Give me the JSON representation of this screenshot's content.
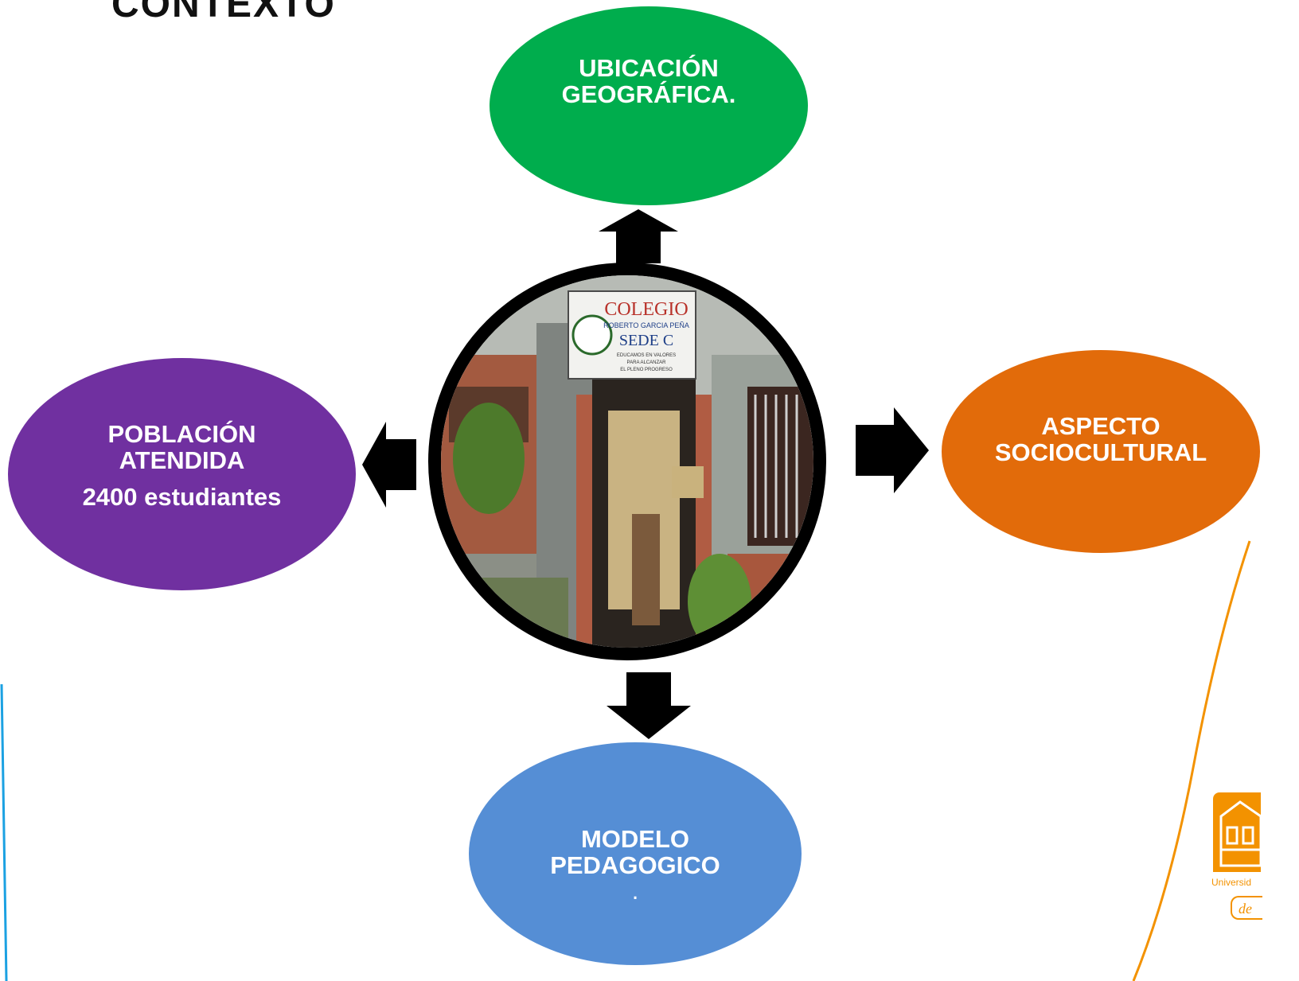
{
  "title": "CONTEXTO",
  "nodes": {
    "ubicacion": {
      "line1": "UBICACIÓN",
      "line2": "GEOGRÁFICA.",
      "color": "#00ad4d"
    },
    "poblacion": {
      "line1": "POBLACIÓN",
      "line2": "ATENDIDA",
      "count": "2400 estudiantes",
      "color": "#7030a0"
    },
    "aspecto": {
      "line1": "ASPECTO",
      "line2": "SOCIOCULTURAL",
      "color": "#e26b0a"
    },
    "modelo": {
      "line1": "MODELO",
      "line2": "PEDAGOGICO",
      "suffix": ".",
      "color": "#558ed5"
    }
  },
  "photo": {
    "sign_line1": "COLEGIO",
    "sign_line2": "ROBERTO GARCIA PEÑA",
    "sign_line3": "SEDE C",
    "sign_line4": "EDUCAMOS EN VALORES",
    "sign_line5": "PARA ALCANZAR",
    "sign_line6": "EL PLENO PROGRESO"
  },
  "logo": {
    "text": "Universid",
    "badge": "de"
  }
}
